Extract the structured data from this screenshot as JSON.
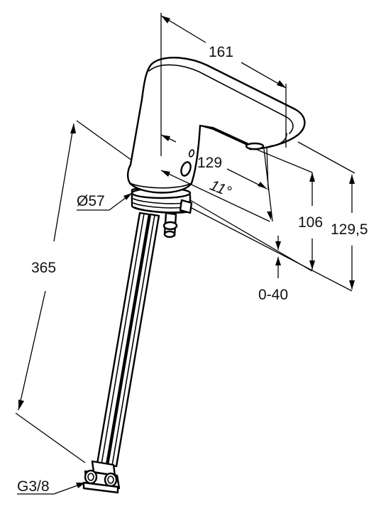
{
  "dimensions": {
    "overall_length": "161",
    "spout_projection": "129",
    "spout_angle": "11°",
    "spout_height": "106",
    "total_height": "129,5",
    "mounting_range": "0-40",
    "hose_length": "365",
    "base_diameter": "Ø57",
    "connection_thread": "G3/8"
  },
  "colors": {
    "line": "#000000",
    "background": "#ffffff"
  }
}
